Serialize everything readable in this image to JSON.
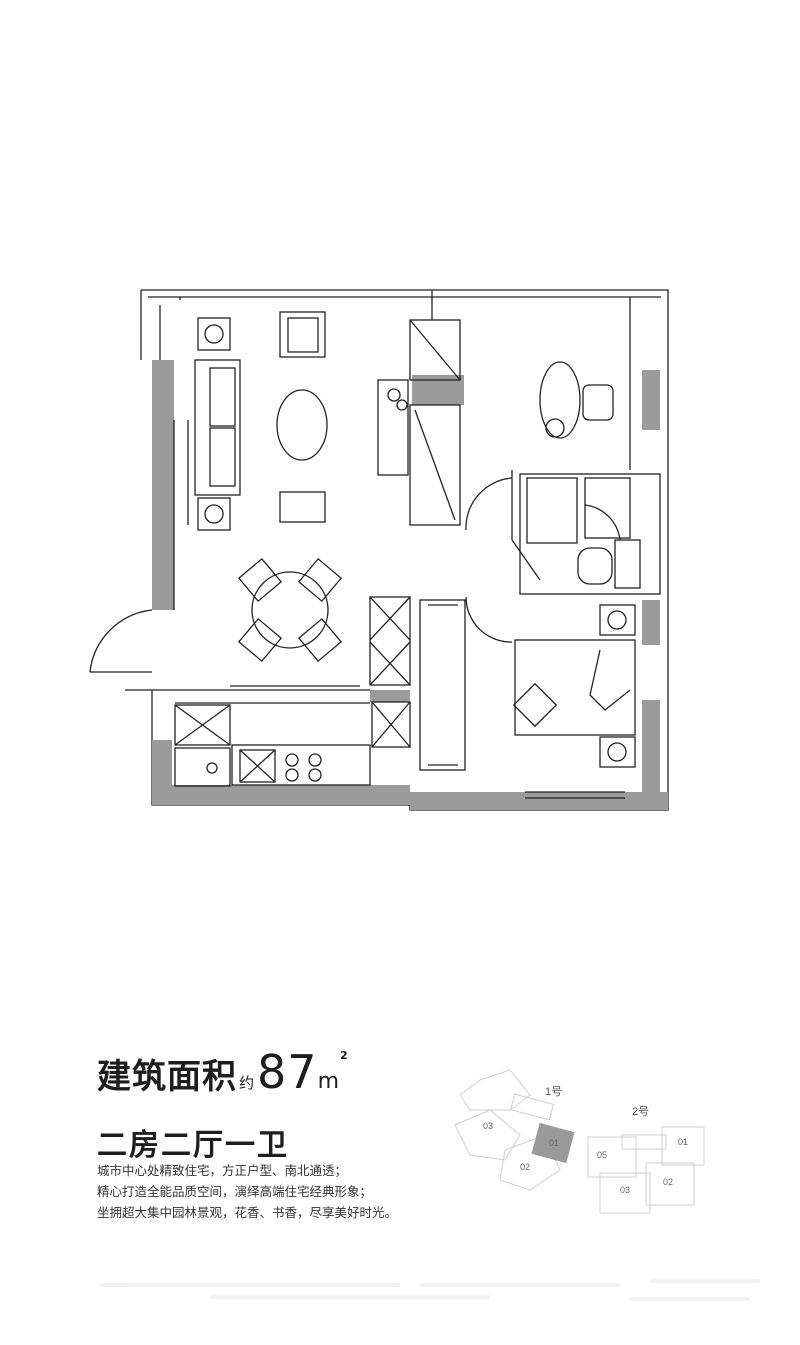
{
  "area": {
    "prefix": "建筑面积",
    "approx": "约",
    "value": "87",
    "unit": "m",
    "unit_sup": "2"
  },
  "layout_type": "二房二厅一卫",
  "description": [
    "城市中心处精致住宅，方正户型、南北通透；",
    "精心打造全能品质空间，演绎高端住宅经典形象；",
    "坐拥超大集中园林景观，花香、书香，尽享美好时光。"
  ],
  "site_plan": {
    "building_1_label": "1号",
    "building_2_label": "2号",
    "building_1_units": [
      "03",
      "01",
      "02"
    ],
    "building_2_units": [
      "05",
      "01",
      "03",
      "02"
    ],
    "highlight_unit": "01",
    "highlight_color": "#9a9a9a"
  },
  "colors": {
    "wall": "#9b9b9b",
    "line": "#222222"
  }
}
